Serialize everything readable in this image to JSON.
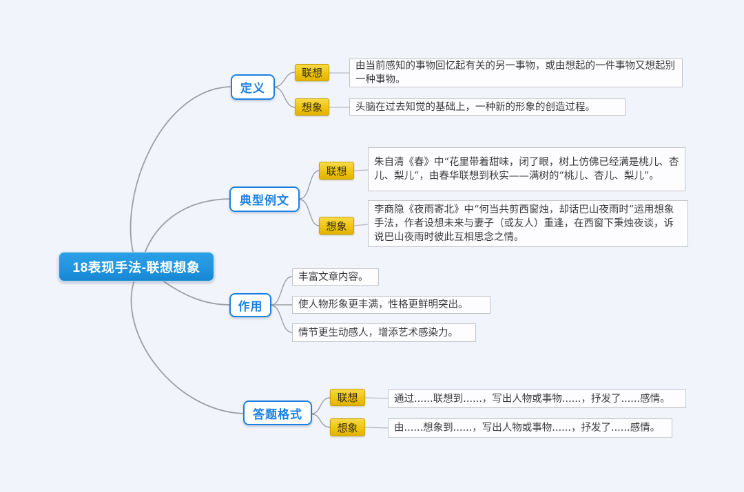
{
  "colors": {
    "canvas-bg": "#f1f4fb",
    "root-blue": "#2196e0",
    "root-blue-dark": "#1786d2",
    "node-blue": "#1b80e4",
    "tag-yellow-top": "#f8da45",
    "tag-yellow-bottom": "#e2b300",
    "tag-border": "#c9a20d",
    "tag-text": "#33300f",
    "line-gray": "#9e9ea2",
    "leaf-line-gray": "#b9babe",
    "box-border": "#c2c4c8",
    "box-bg": "#fdfdff",
    "box-text": "#3b3b3f"
  },
  "root": {
    "label": "18表现手法-联想想象"
  },
  "branches": [
    {
      "label": "定义",
      "children": [
        {
          "tag": "联想",
          "text": "由当前感知的事物回忆起有关的另一事物，或由想起的一件事物又想起别一种事物。"
        },
        {
          "tag": "想象",
          "text": "头脑在过去知觉的基础上，一种新的形象的创造过程。"
        }
      ]
    },
    {
      "label": "典型例文",
      "children": [
        {
          "tag": "联想",
          "text": "朱自清《春》中“花里带着甜味，闭了眼，树上仿佛已经满是桃儿、杏儿、梨儿”，由春华联想到秋实——满树的“桃儿、杏儿、梨儿”。"
        },
        {
          "tag": "想象",
          "text": "李商隐《夜雨寄北》中“何当共剪西窗烛，却话巴山夜雨时”运用想象手法，作者设想未来与妻子（或友人）重逢，在西窗下秉烛夜谈，诉说巴山夜雨时彼此互相思念之情。"
        }
      ]
    },
    {
      "label": "作用",
      "items": [
        "丰富文章内容。",
        "使人物形象更丰满，性格更鲜明突出。",
        "情节更生动感人，增添艺术感染力。"
      ]
    },
    {
      "label": "答题格式",
      "children": [
        {
          "tag": "联想",
          "text": "通过......联想到......，写出人物或事物......，抒发了......感情。"
        },
        {
          "tag": "想象",
          "text": "由......想象到......，写出人物或事物......，抒发了......感情。"
        }
      ]
    }
  ]
}
